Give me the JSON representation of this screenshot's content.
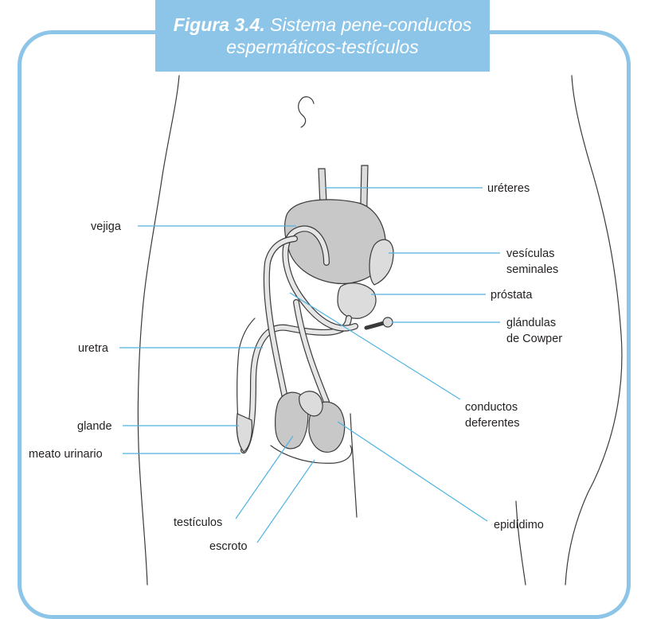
{
  "caption": {
    "number": "Figura 3.4.",
    "text_line1": "Sistema pene-conductos",
    "text_line2": "espermáticos-testículos"
  },
  "labels": {
    "ureteres": "uréteres",
    "vejiga": "vejiga",
    "vesiculas_1": "vesículas",
    "vesiculas_2": "seminales",
    "prostata": "próstata",
    "cowper_1": "glándulas",
    "cowper_2": "de Cowper",
    "uretra": "uretra",
    "conductos_1": "conductos",
    "conductos_2": "deferentes",
    "glande": "glande",
    "meato": "meato urinario",
    "testiculos": "testículos",
    "escroto": "escroto",
    "epididimo": "epidídimo"
  },
  "colors": {
    "frame": "#8dc5e8",
    "leader": "#4fb3e0",
    "organ": "#c8c8c8"
  }
}
